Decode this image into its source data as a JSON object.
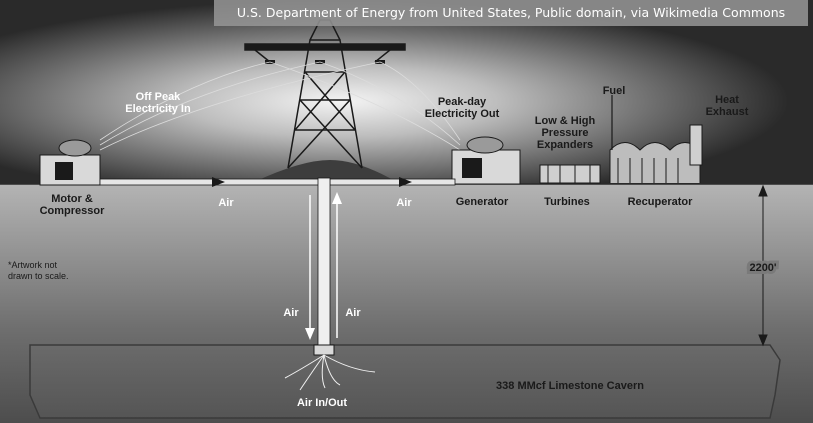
{
  "credit": "U.S. Department of Energy from United States, Public domain, via Wikimedia Commons",
  "labels": {
    "off_peak": [
      "Off Peak",
      "Electricity In"
    ],
    "peak_day": [
      "Peak-day",
      "Electricity Out"
    ],
    "fuel": "Fuel",
    "heat_exhaust": [
      "Heat",
      "Exhaust"
    ],
    "expanders": [
      "Low & High",
      "Pressure",
      "Expanders"
    ],
    "motor": [
      "Motor &",
      "Compressor"
    ],
    "air_left": "Air",
    "air_right": "Air",
    "generator": "Generator",
    "turbines": "Turbines",
    "recuperator": "Recuperator",
    "artwork_note": [
      "*Artwork not",
      "drawn to scale."
    ],
    "depth": "2200'",
    "air_down": "Air",
    "air_up": "Air",
    "cavern": "338 MMcf Limestone Cavern",
    "air_in_out": "Air In/Out"
  }
}
